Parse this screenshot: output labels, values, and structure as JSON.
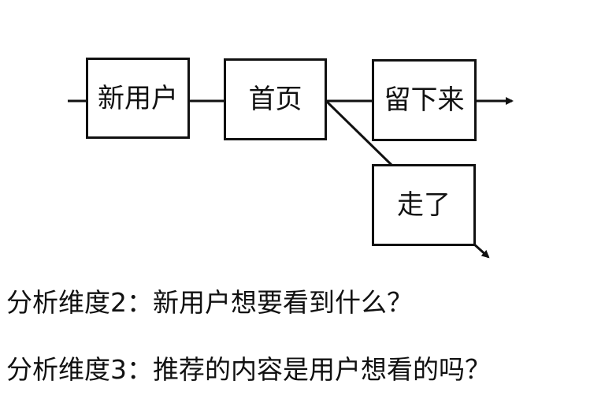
{
  "flow": {
    "nodes": {
      "new_user": "新用户",
      "home": "首页",
      "stay": "留下来",
      "leave": "走了"
    }
  },
  "questions": [
    "分析维度2：新用户想要看到什么？",
    "分析维度3：推荐的内容是用户想看的吗？"
  ]
}
